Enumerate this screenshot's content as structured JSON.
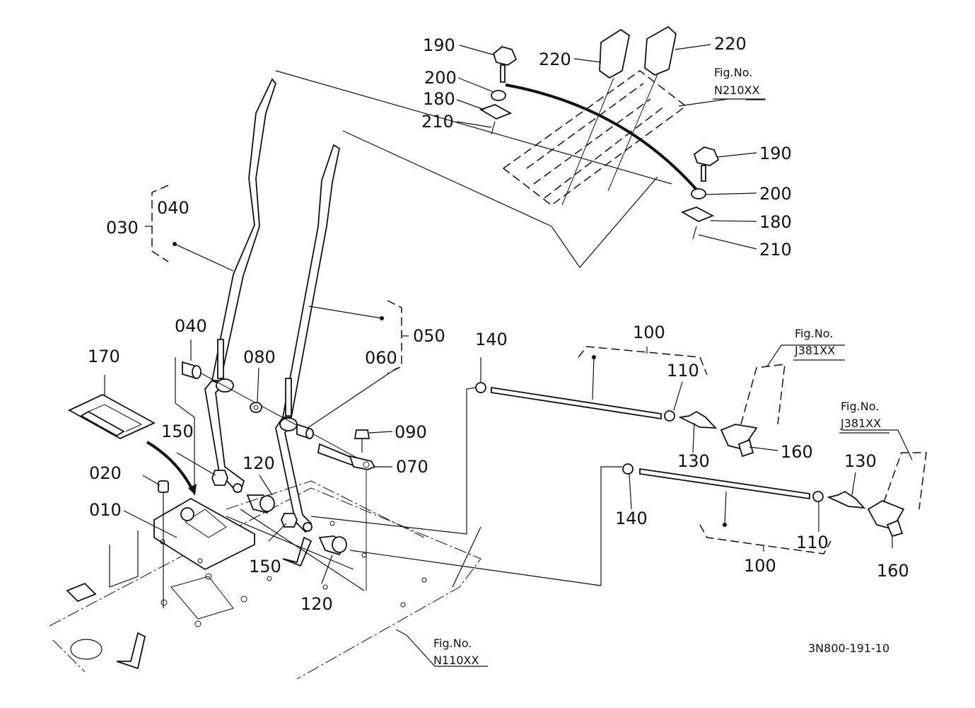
{
  "diagram": {
    "type": "exploded-parts-diagram",
    "drawing_code": "3N800-191-10",
    "callouts": {
      "c190a": "190",
      "c200a": "200",
      "c180a": "180",
      "c210a": "210",
      "c220a": "220",
      "c220b": "220",
      "c190b": "190",
      "c200b": "200",
      "c180b": "180",
      "c210b": "210",
      "c030": "030",
      "c040a": "040",
      "c040b": "040",
      "c050": "050",
      "c060": "060",
      "c070": "070",
      "c080": "080",
      "c090": "090",
      "c100a": "100",
      "c100b": "100",
      "c110a": "110",
      "c110b": "110",
      "c120a": "120",
      "c120b": "120",
      "c130a": "130",
      "c130b": "130",
      "c140a": "140",
      "c140b": "140",
      "c150a": "150",
      "c150b": "150",
      "c160a": "160",
      "c160b": "160",
      "c170": "170",
      "c010": "010",
      "c020": "020"
    },
    "figure_refs": [
      {
        "prefix": "Fig.No.",
        "number": "N210XX"
      },
      {
        "prefix": "Fig.No.",
        "number": "J381XX"
      },
      {
        "prefix": "Fig.No.",
        "number": "J381XX"
      },
      {
        "prefix": "Fig.No.",
        "number": "N110XX"
      }
    ]
  }
}
